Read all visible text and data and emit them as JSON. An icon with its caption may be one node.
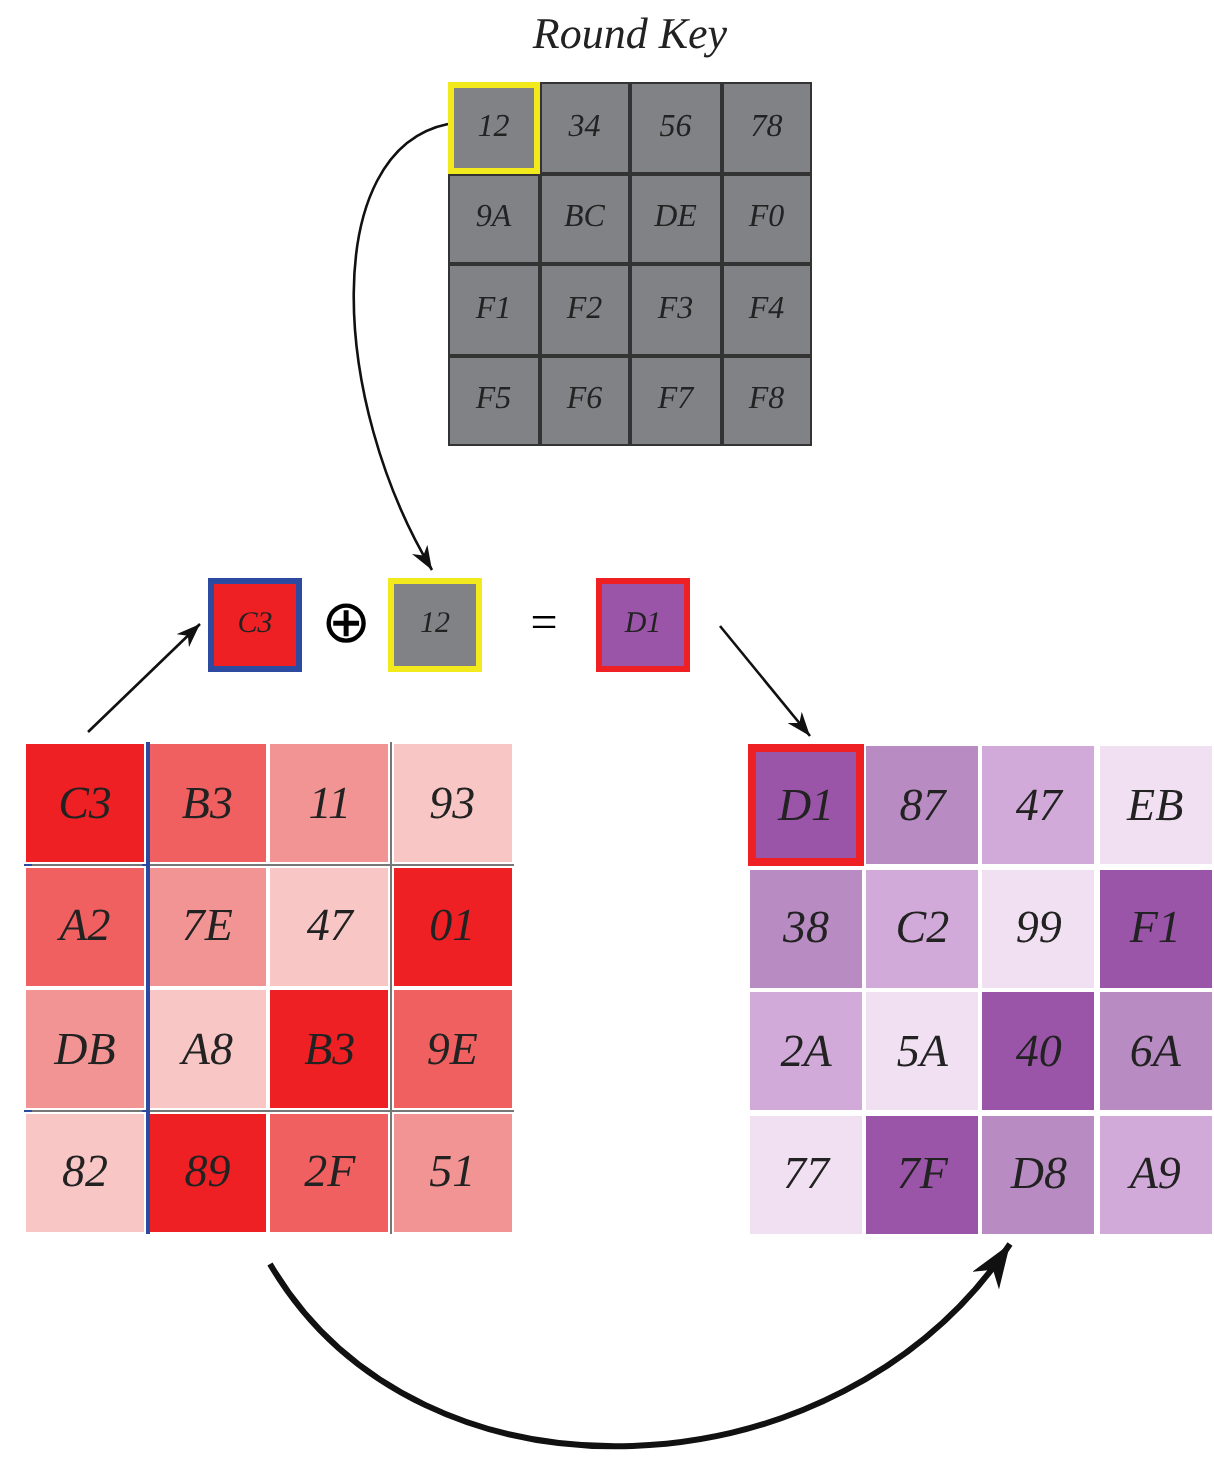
{
  "diagram": {
    "nodes": [
      {
        "text": [
          "Round Key"
        ]
      },
      {
        "text": [
          "12"
        ],
        "in": 0
      },
      {
        "text": [
          "34"
        ],
        "in": 0
      },
      {
        "text": [
          "56"
        ],
        "in": 0
      },
      {
        "text": [
          "78"
        ],
        "in": 0
      },
      {
        "text": [
          "9A"
        ],
        "in": 0
      },
      {
        "text": [
          "BC"
        ],
        "in": 0
      },
      {
        "text": [
          "DE"
        ],
        "in": 0
      },
      {
        "text": [
          "F0"
        ],
        "in": 0
      },
      {
        "text": [
          "F1"
        ],
        "in": 0
      },
      {
        "text": [
          "F2"
        ],
        "in": 0
      },
      {
        "text": [
          "F3"
        ],
        "in": 0
      },
      {
        "text": [
          "F4"
        ],
        "in": 0
      },
      {
        "text": [
          "F5"
        ],
        "in": 0
      },
      {
        "text": [
          "F6"
        ],
        "in": 0
      },
      {
        "text": [
          "F7"
        ],
        "in": 0
      },
      {
        "text": [
          "F8"
        ],
        "in": 0
      },
      {
        "text": [
          "C3"
        ]
      },
      {
        "text": [
          "12"
        ]
      },
      {
        "text": [
          "D1"
        ]
      },
      {
        "text": [],
        "shape": "box"
      },
      {
        "text": [],
        "shape": "box",
        "in": 20
      },
      {
        "text": [
          "C3"
        ],
        "in": 21
      },
      {
        "text": [
          "B3"
        ],
        "in": 20
      },
      {
        "text": [
          "11"
        ],
        "in": 20
      },
      {
        "text": [
          "93"
        ],
        "in": 20
      },
      {
        "text": [
          "A2"
        ],
        "in": 21
      },
      {
        "text": [
          "7E"
        ],
        "in": 20
      },
      {
        "text": [
          "47"
        ],
        "in": 20
      },
      {
        "text": [
          "01"
        ],
        "in": 20
      },
      {
        "text": [
          "DB"
        ],
        "in": 21
      },
      {
        "text": [
          "A8"
        ],
        "in": 20
      },
      {
        "text": [
          "B3"
        ],
        "in": 20
      },
      {
        "text": [
          "9E"
        ],
        "in": 20
      },
      {
        "text": [
          "82"
        ],
        "in": 21
      },
      {
        "text": [
          "89"
        ],
        "in": 20
      },
      {
        "text": [
          "2F"
        ],
        "in": 20
      },
      {
        "text": [
          "51"
        ],
        "in": 20
      },
      {
        "text": [],
        "shape": "box"
      },
      {
        "text": [
          "D1"
        ],
        "in": 38
      },
      {
        "text": [
          "87"
        ],
        "in": 38
      },
      {
        "text": [
          "47"
        ],
        "in": 38
      },
      {
        "text": [
          "EB"
        ],
        "in": 38
      },
      {
        "text": [
          "38"
        ],
        "in": 38
      },
      {
        "text": [
          "C2"
        ],
        "in": 38
      },
      {
        "text": [
          "99"
        ],
        "in": 38
      },
      {
        "text": [
          "F1"
        ],
        "in": 38
      },
      {
        "text": [
          "2A"
        ],
        "in": 38
      },
      {
        "text": [
          "5A"
        ],
        "in": 38
      },
      {
        "text": [
          "40"
        ],
        "in": 38
      },
      {
        "text": [
          "6A"
        ],
        "in": 38
      },
      {
        "text": [
          "77"
        ],
        "in": 38
      },
      {
        "text": [
          "7F"
        ],
        "in": 38
      },
      {
        "text": [
          "D8"
        ],
        "in": 38
      },
      {
        "text": [
          "A9"
        ],
        "in": 38
      }
    ],
    "edges": [
      {
        "from": 1,
        "to": 18,
        "arrow": "to"
      },
      {
        "from": 21,
        "to": 17,
        "arrow": "to"
      },
      {
        "from": 19,
        "to": 39,
        "arrow": "to"
      },
      {
        "from": 20,
        "to": 38,
        "arrow": "to",
        "style": "thick"
      }
    ],
    "labels": [
      "⊕",
      "="
    ]
  }
}
